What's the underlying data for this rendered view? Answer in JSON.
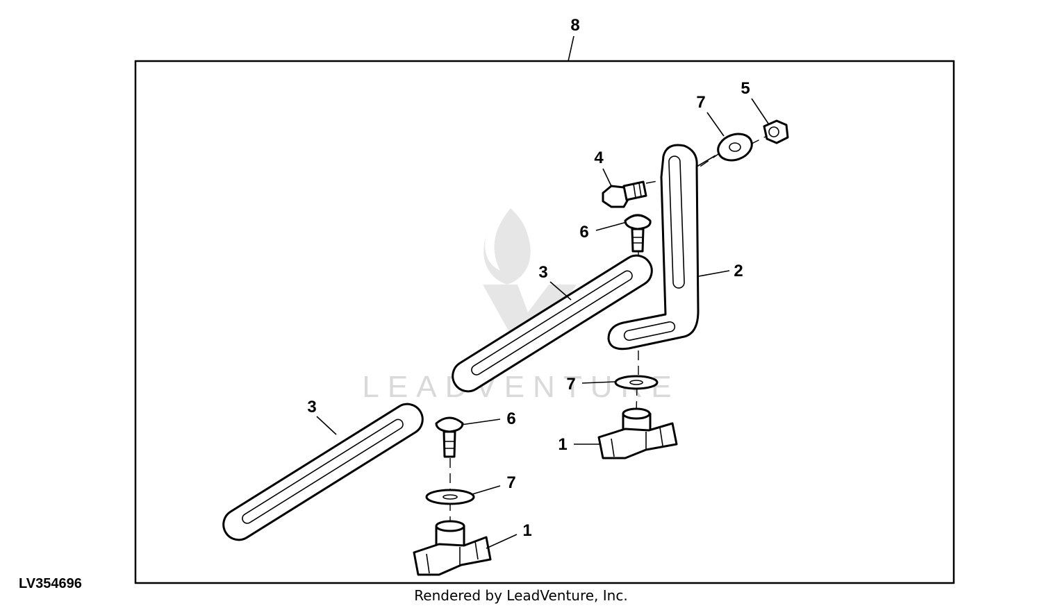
{
  "figure_id": "LV354696",
  "footer": "Rendered by LeadVenture, Inc.",
  "watermark": "LEADVENTURE",
  "callouts": {
    "assembly": "8",
    "knob_right": "1",
    "knob_left": "1",
    "bracket": "2",
    "strap_upper": "3",
    "strap_lower": "3",
    "bolt": "4",
    "nut": "5",
    "carriage_bolt_upper": "6",
    "carriage_bolt_lower": "6",
    "washer_top": "7",
    "washer_middle": "7",
    "washer_lower": "7"
  }
}
